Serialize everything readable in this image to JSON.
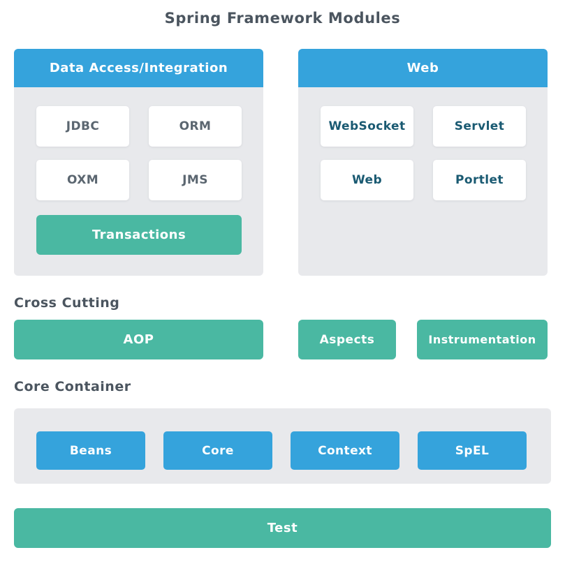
{
  "title": "Spring Framework Modules",
  "colors": {
    "blue": "#35a3dc",
    "green": "#4ab8a2",
    "panel_gray": "#e8e9ec",
    "heading_text": "#4b555f",
    "box_text_left": "#5b6670",
    "box_text_right": "#1a5a72"
  },
  "panels": {
    "data_access": {
      "header": "Data Access/Integration",
      "boxes": [
        "JDBC",
        "ORM",
        "OXM",
        "JMS"
      ],
      "wide_box": "Transactions"
    },
    "web": {
      "header": "Web",
      "boxes": [
        "WebSocket",
        "Servlet",
        "Web",
        "Portlet"
      ]
    }
  },
  "cross_cutting": {
    "heading": "Cross Cutting",
    "items": [
      "AOP",
      "Aspects",
      "Instrumentation"
    ]
  },
  "core_container": {
    "heading": "Core Container",
    "boxes": [
      "Beans",
      "Core",
      "Context",
      "SpEL"
    ]
  },
  "test": {
    "label": "Test"
  }
}
